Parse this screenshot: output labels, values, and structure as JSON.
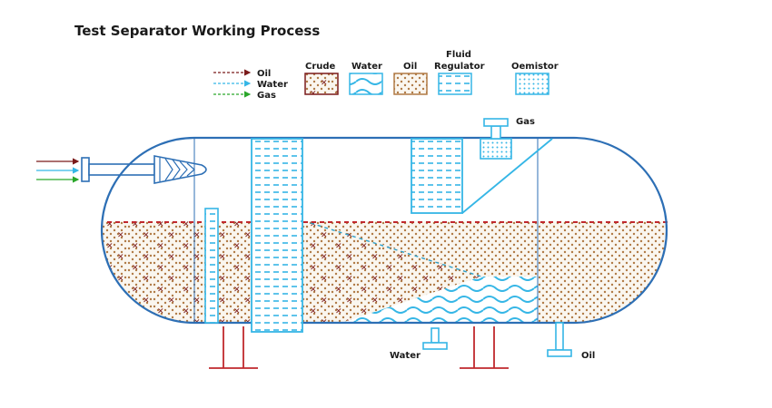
{
  "title": "Test Separator Working Process",
  "flow_legend": [
    {
      "label": "Oil",
      "color": "#7a1a1a"
    },
    {
      "label": "Water",
      "color": "#35b6e6"
    },
    {
      "label": "Gas",
      "color": "#2aa62a"
    }
  ],
  "material_legend": {
    "crude": "Crude",
    "water": "Water",
    "oil": "Oil",
    "fluid_regulator_line1": "Fluid",
    "fluid_regulator_line2": "Regulator",
    "oemistor": "Oemistor"
  },
  "outlets": {
    "gas": "Gas",
    "water": "Water",
    "oil": "Oil"
  },
  "colors": {
    "vessel": "#2d6fb5",
    "blue": "#35b6e6",
    "oil_dot": "#b07a45",
    "crude_mark": "#7a1a1a",
    "level_line": "#c0282d",
    "support": "#c0282d"
  }
}
